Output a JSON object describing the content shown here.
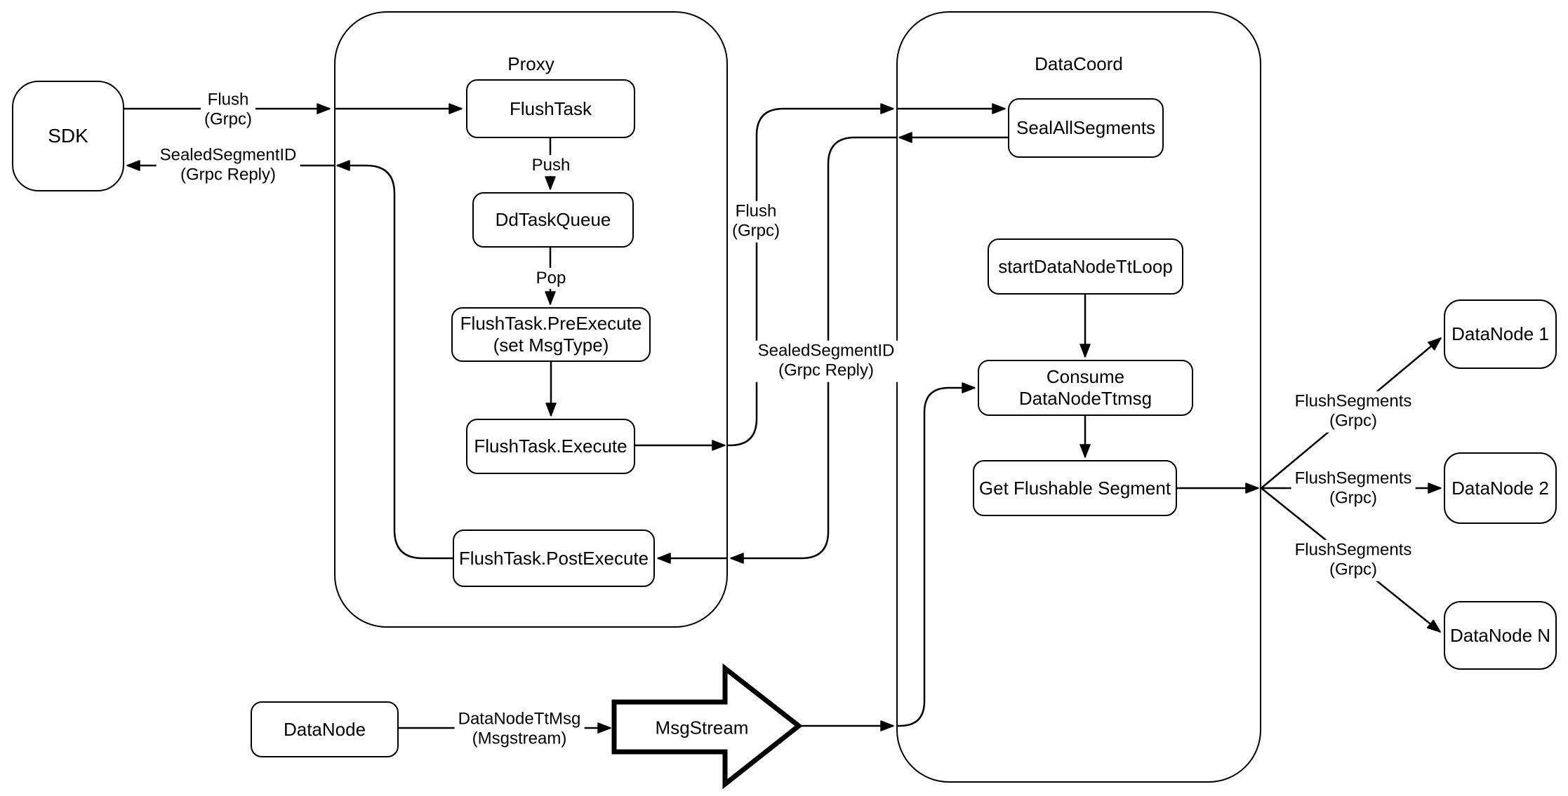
{
  "colors": {
    "stroke": "#000000",
    "fill": "#ffffff",
    "canvas": "#ffffff"
  },
  "containers": {
    "proxy": {
      "label": "Proxy"
    },
    "datacoord": {
      "label": "DataCoord"
    }
  },
  "nodes": {
    "sdk": {
      "label": "SDK"
    },
    "flushtask": {
      "label": "FlushTask"
    },
    "ddtaskqueue": {
      "label": "DdTaskQueue"
    },
    "preexecute": {
      "label": "FlushTask.PreExecute",
      "sublabel": "(set MsgType)"
    },
    "execute": {
      "label": "FlushTask.Execute"
    },
    "postexecute": {
      "label": "FlushTask.PostExecute"
    },
    "sealallsegments": {
      "label": "SealAllSegments"
    },
    "startdatanodettloop": {
      "label": "startDataNodeTtLoop"
    },
    "consumedatanodettmsg": {
      "label": "Consume DataNodeTtmsg"
    },
    "getflushablesegment": {
      "label": "Get Flushable Segment"
    },
    "datanode1": {
      "label": "DataNode 1"
    },
    "datanode2": {
      "label": "DataNode 2"
    },
    "datanoden": {
      "label": "DataNode N"
    },
    "datanode": {
      "label": "DataNode"
    },
    "msgstream": {
      "label": "MsgStream"
    }
  },
  "edge_labels": {
    "flush_grpc_sdk": {
      "line1": "Flush",
      "line2": "(Grpc)"
    },
    "sealed_segment_id_sdk": {
      "line1": "SealedSegmentID",
      "line2": "(Grpc Reply)"
    },
    "push": {
      "line1": "Push"
    },
    "pop": {
      "line1": "Pop"
    },
    "flush_grpc_mid": {
      "line1": "Flush",
      "line2": "(Grpc)"
    },
    "sealed_segment_id_mid": {
      "line1": "SealedSegmentID",
      "line2": "(Grpc Reply)"
    },
    "datanodettmsg": {
      "line1": "DataNodeTtMsg",
      "line2": "(Msgstream)"
    },
    "flushsegments_1": {
      "line1": "FlushSegments",
      "line2": "(Grpc)"
    },
    "flushsegments_2": {
      "line1": "FlushSegments",
      "line2": "(Grpc)"
    },
    "flushsegments_n": {
      "line1": "FlushSegments",
      "line2": "(Grpc)"
    }
  }
}
